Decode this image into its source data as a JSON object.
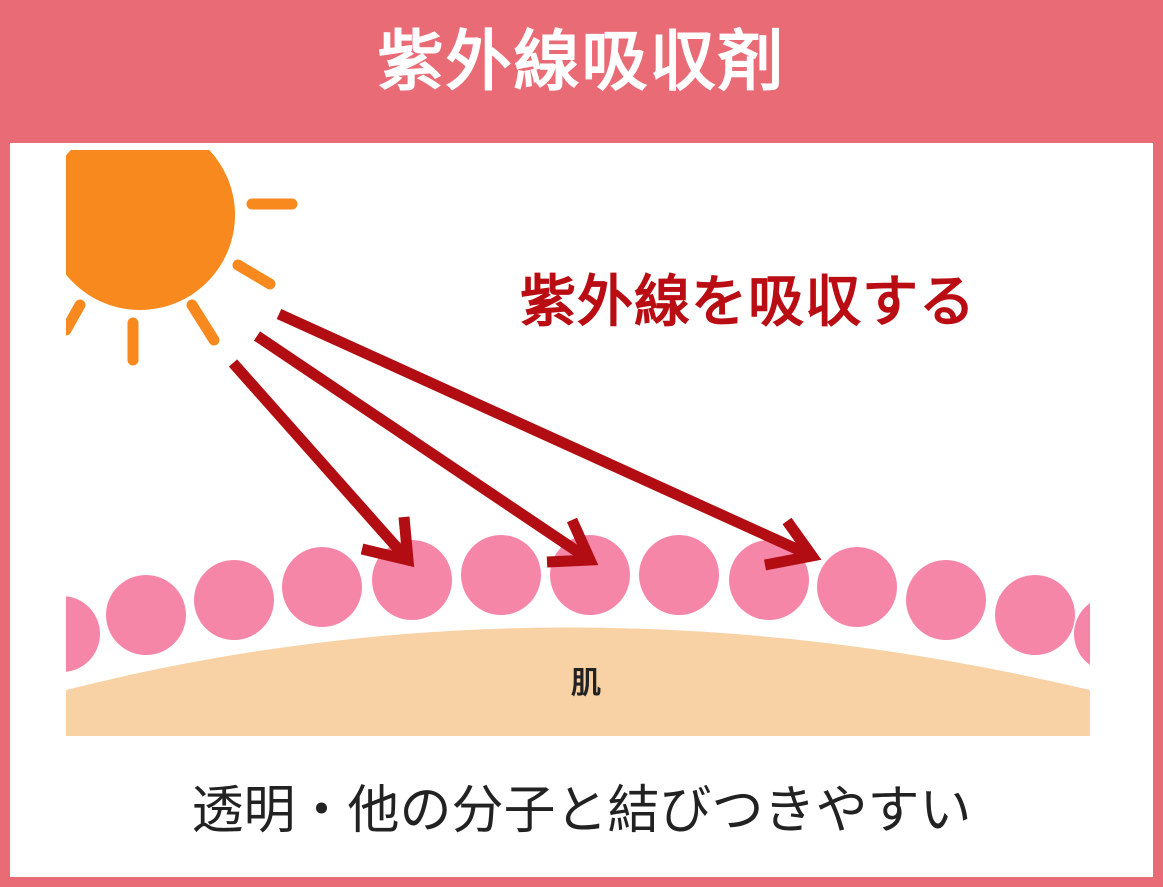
{
  "header": {
    "title": "紫外線吸収剤"
  },
  "diagram": {
    "headline": "紫外線を吸収する",
    "skin_label": "肌",
    "caption": "透明・他の分子と結びつきやすい",
    "icons": {
      "sun": "sun-icon",
      "arrow": "arrow-icon",
      "molecule": "absorber-molecule"
    },
    "colors": {
      "border": "#e96b76",
      "sun": "#f7891f",
      "arrow": "#b10d12",
      "headline": "#b90d13",
      "molecule": "#f686a8",
      "skin": "#f8d1a4"
    }
  }
}
